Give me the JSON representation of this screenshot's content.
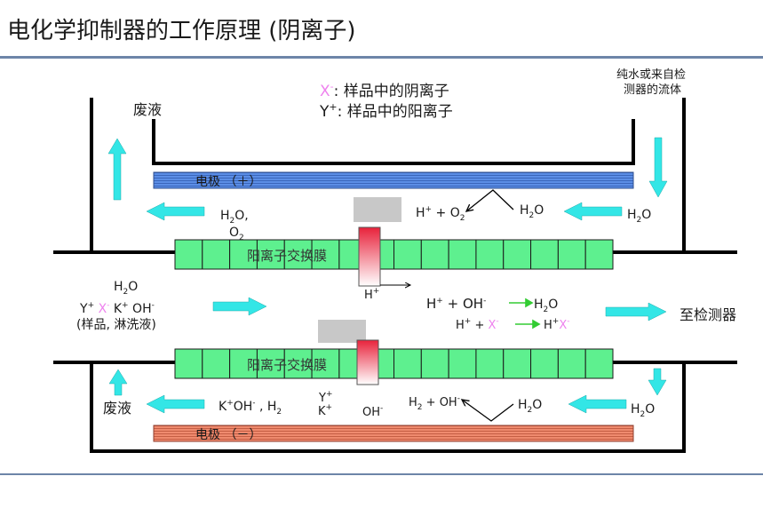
{
  "title": "电化学抑制器的工作原理 (阴离子)",
  "colors": {
    "rule": "#6d85a8",
    "anode": "#4f7fd6",
    "cathode": "#e07b62",
    "membrane": "#5ef08f",
    "arrow": "#33e6e6",
    "reaction_arrow": "#33cc33",
    "x_color": "#ee82ee",
    "bridge": "#e8223b",
    "block": "#c8c8c8"
  },
  "legend": {
    "x_symbol": "X",
    "x_sup": "-",
    "x_text": ": 样品中的阴离子",
    "y_symbol": "Y",
    "y_sup": "+",
    "y_text": ": 样品中的阳离子"
  },
  "top_right_label": [
    "纯水或来自检",
    "测器的流体"
  ],
  "labels": {
    "waste_top": "废液",
    "waste_bottom": "废液",
    "anode": "电极  （＋）",
    "cathode": "电极  （－）",
    "membrane_top": "阳离子交换膜",
    "membrane_bottom": "阳离子交换膜",
    "to_detector": "至检测器",
    "sample_desc": "(样品, 淋洗液)"
  },
  "chem": {
    "h": "H",
    "o": "O",
    "two": "2",
    "plus": "+",
    "minus": "-",
    "comma": ",",
    "oh": "OH",
    "k": "K",
    "y": "Y",
    "x": "X",
    "koh": "OH",
    "h2_text": "H",
    "plus_sign": "+",
    "h2o_label_text": "H",
    "to_h2o": "O"
  }
}
